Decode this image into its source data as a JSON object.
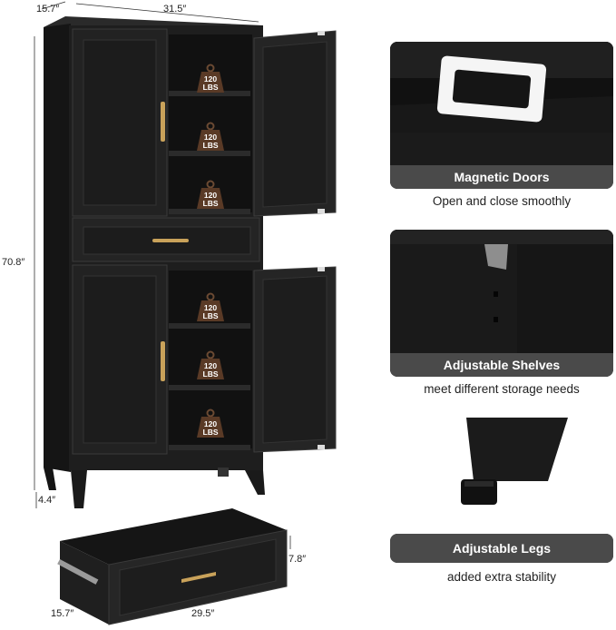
{
  "dimensions": {
    "depth_top": "15.7″",
    "width_top": "31.5″",
    "height": "70.8″",
    "leg_height": "4.4″",
    "drawer_height": "7.8″",
    "drawer_depth": "15.7″",
    "drawer_width": "29.5″"
  },
  "load_badge": {
    "line1": "120",
    "line2": "LBS"
  },
  "features": [
    {
      "title": "Magnetic Doors",
      "description": "Open and close smoothly"
    },
    {
      "title": "Adjustable Shelves",
      "description": "meet different storage needs"
    },
    {
      "title": "Adjustable Legs",
      "description": "added extra stability"
    }
  ],
  "colors": {
    "cabinet": "#1c1c1c",
    "handle": "#c9a25a",
    "caption_bar": "#4a4a4a"
  }
}
